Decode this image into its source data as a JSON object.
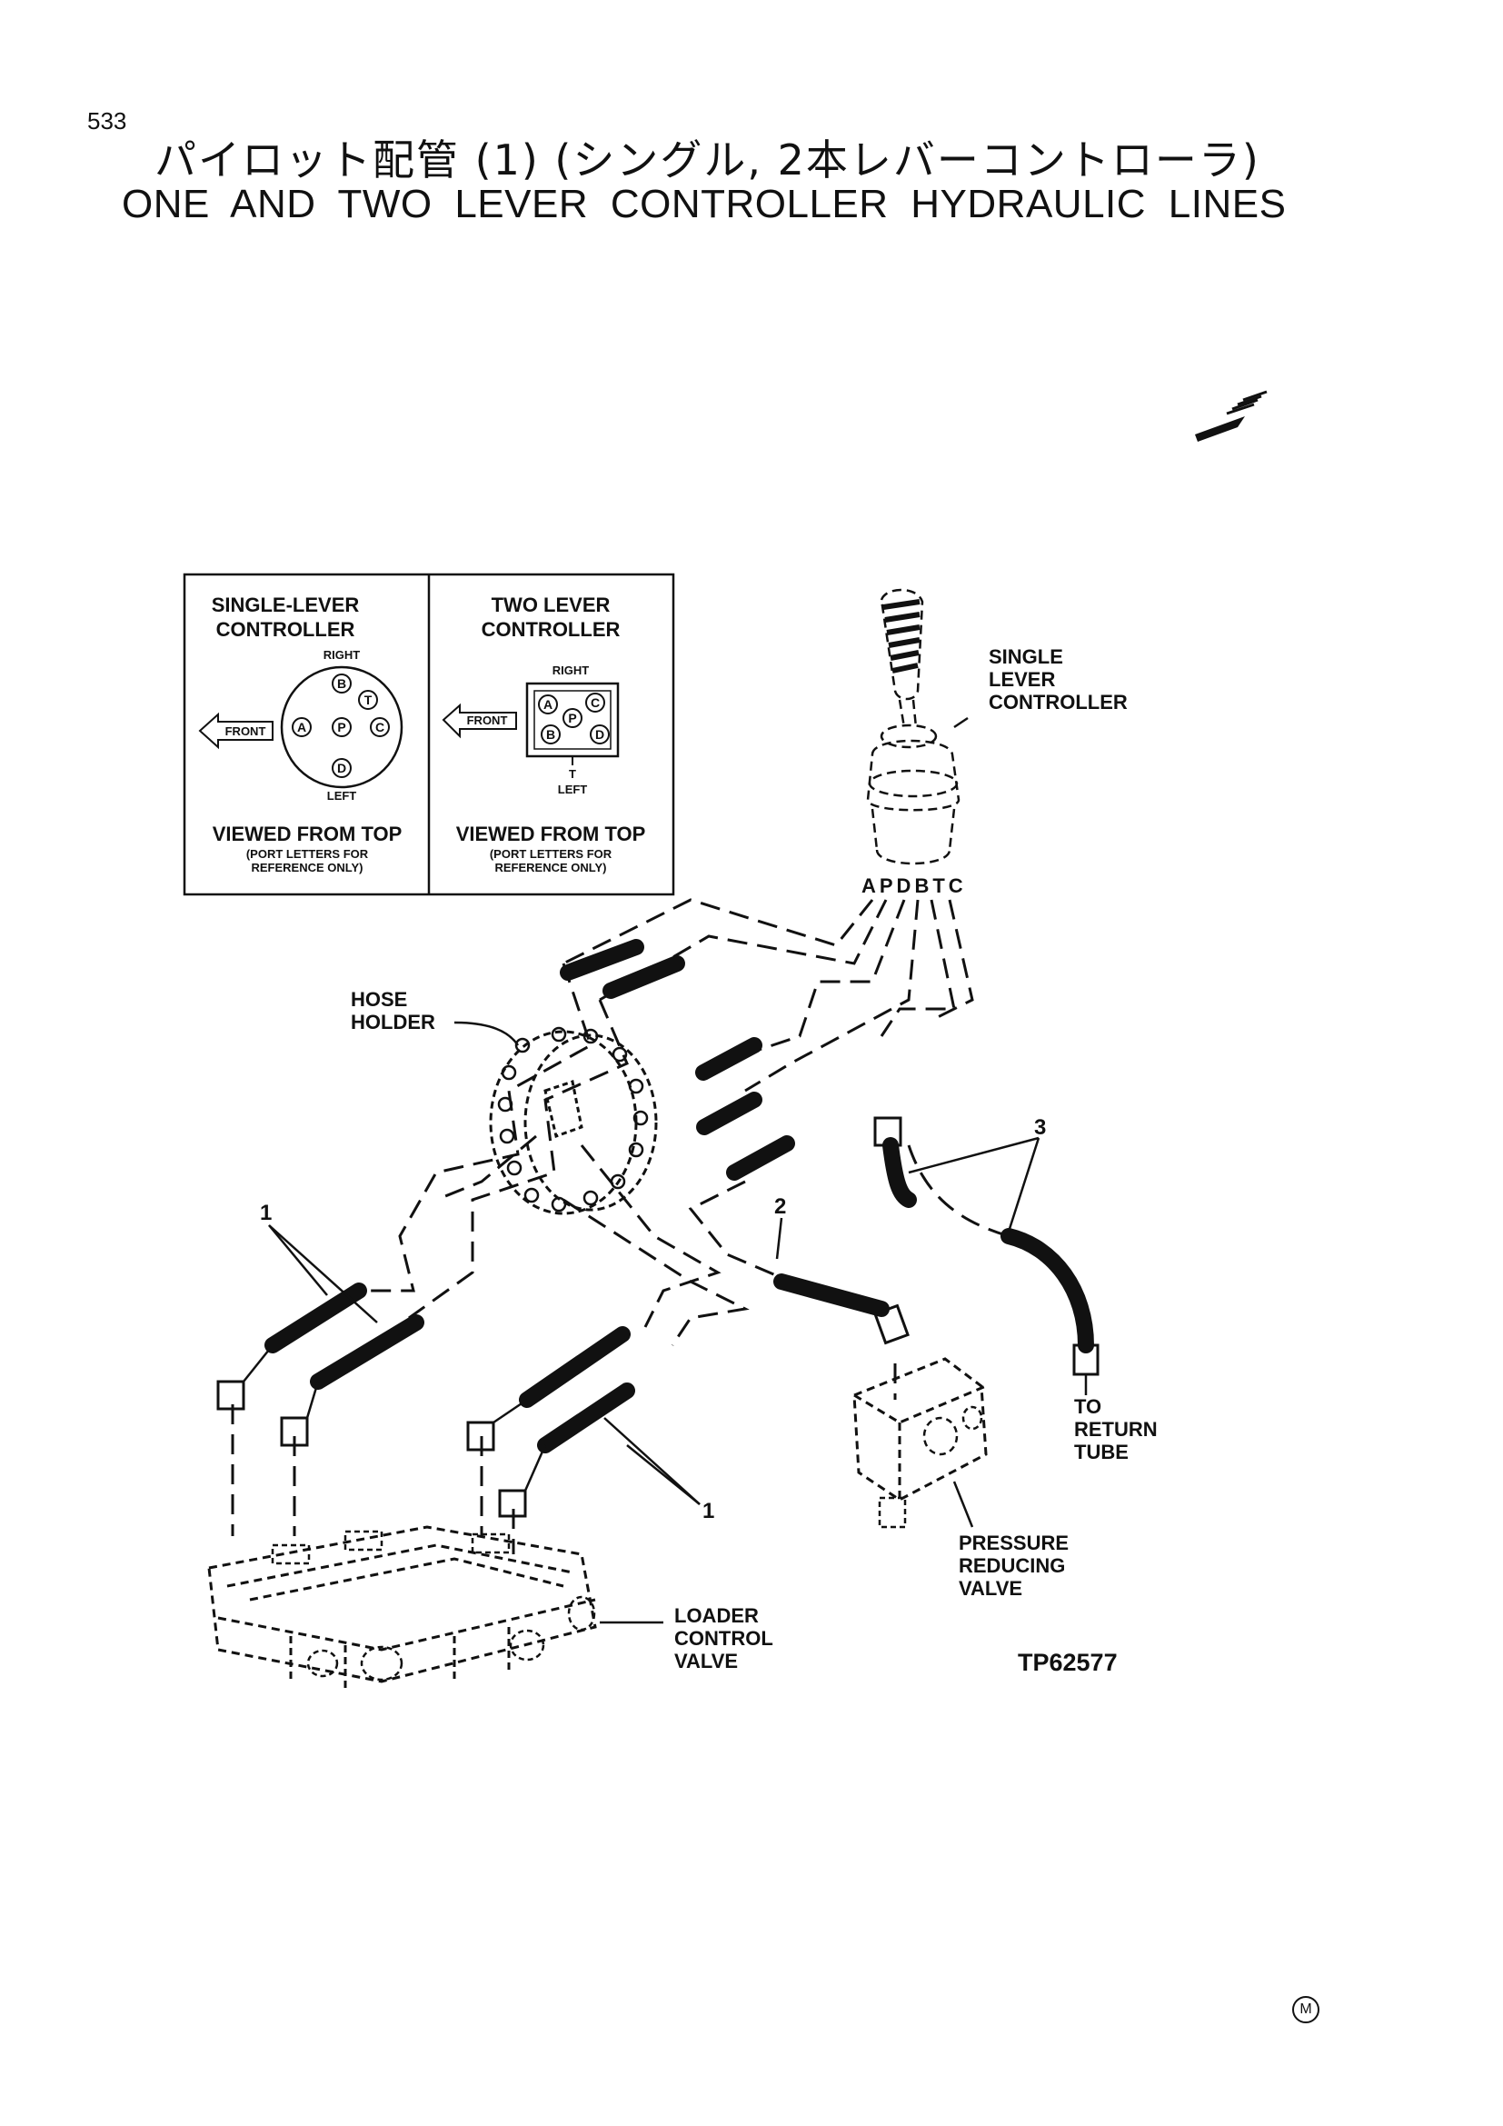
{
  "header": {
    "page_number": "533",
    "title_jp": "パイロット配管 (1) (シングル, 2本レバーコントローラ)",
    "title_en": "ONE AND TWO LEVER CONTROLLER HYDRAULIC LINES"
  },
  "inset": {
    "single": {
      "title_line1": "SINGLE-LEVER",
      "title_line2": "CONTROLLER",
      "right": "RIGHT",
      "left": "LEFT",
      "front": "FRONT",
      "ports": [
        "A",
        "B",
        "C",
        "D",
        "P",
        "T"
      ],
      "view_line1": "VIEWED FROM TOP",
      "view_line2": "(PORT LETTERS FOR",
      "view_line3": "REFERENCE ONLY)"
    },
    "two": {
      "title_line1": "TWO LEVER",
      "title_line2": "CONTROLLER",
      "right": "RIGHT",
      "left": "LEFT",
      "front": "FRONT",
      "ports": [
        "A",
        "B",
        "C",
        "D",
        "P",
        "T"
      ],
      "view_line1": "VIEWED FROM TOP",
      "view_line2": "(PORT LETTERS FOR",
      "view_line3": "REFERENCE ONLY)"
    }
  },
  "labels": {
    "single_lever_1": "SINGLE",
    "single_lever_2": "LEVER",
    "single_lever_3": "CONTROLLER",
    "controller_ports": "APDBTC",
    "hose_holder_1": "HOSE",
    "hose_holder_2": "HOLDER",
    "callout_1a": "1",
    "callout_1b": "1",
    "callout_2": "2",
    "callout_3": "3",
    "return_1": "TO",
    "return_2": "RETURN",
    "return_3": "TUBE",
    "prv_1": "PRESSURE",
    "prv_2": "REDUCING",
    "prv_3": "VALVE",
    "lcv_1": "LOADER",
    "lcv_2": "CONTROL",
    "lcv_3": "VALVE",
    "figure_code": "TP62577"
  },
  "footer": {
    "mark": "M"
  }
}
